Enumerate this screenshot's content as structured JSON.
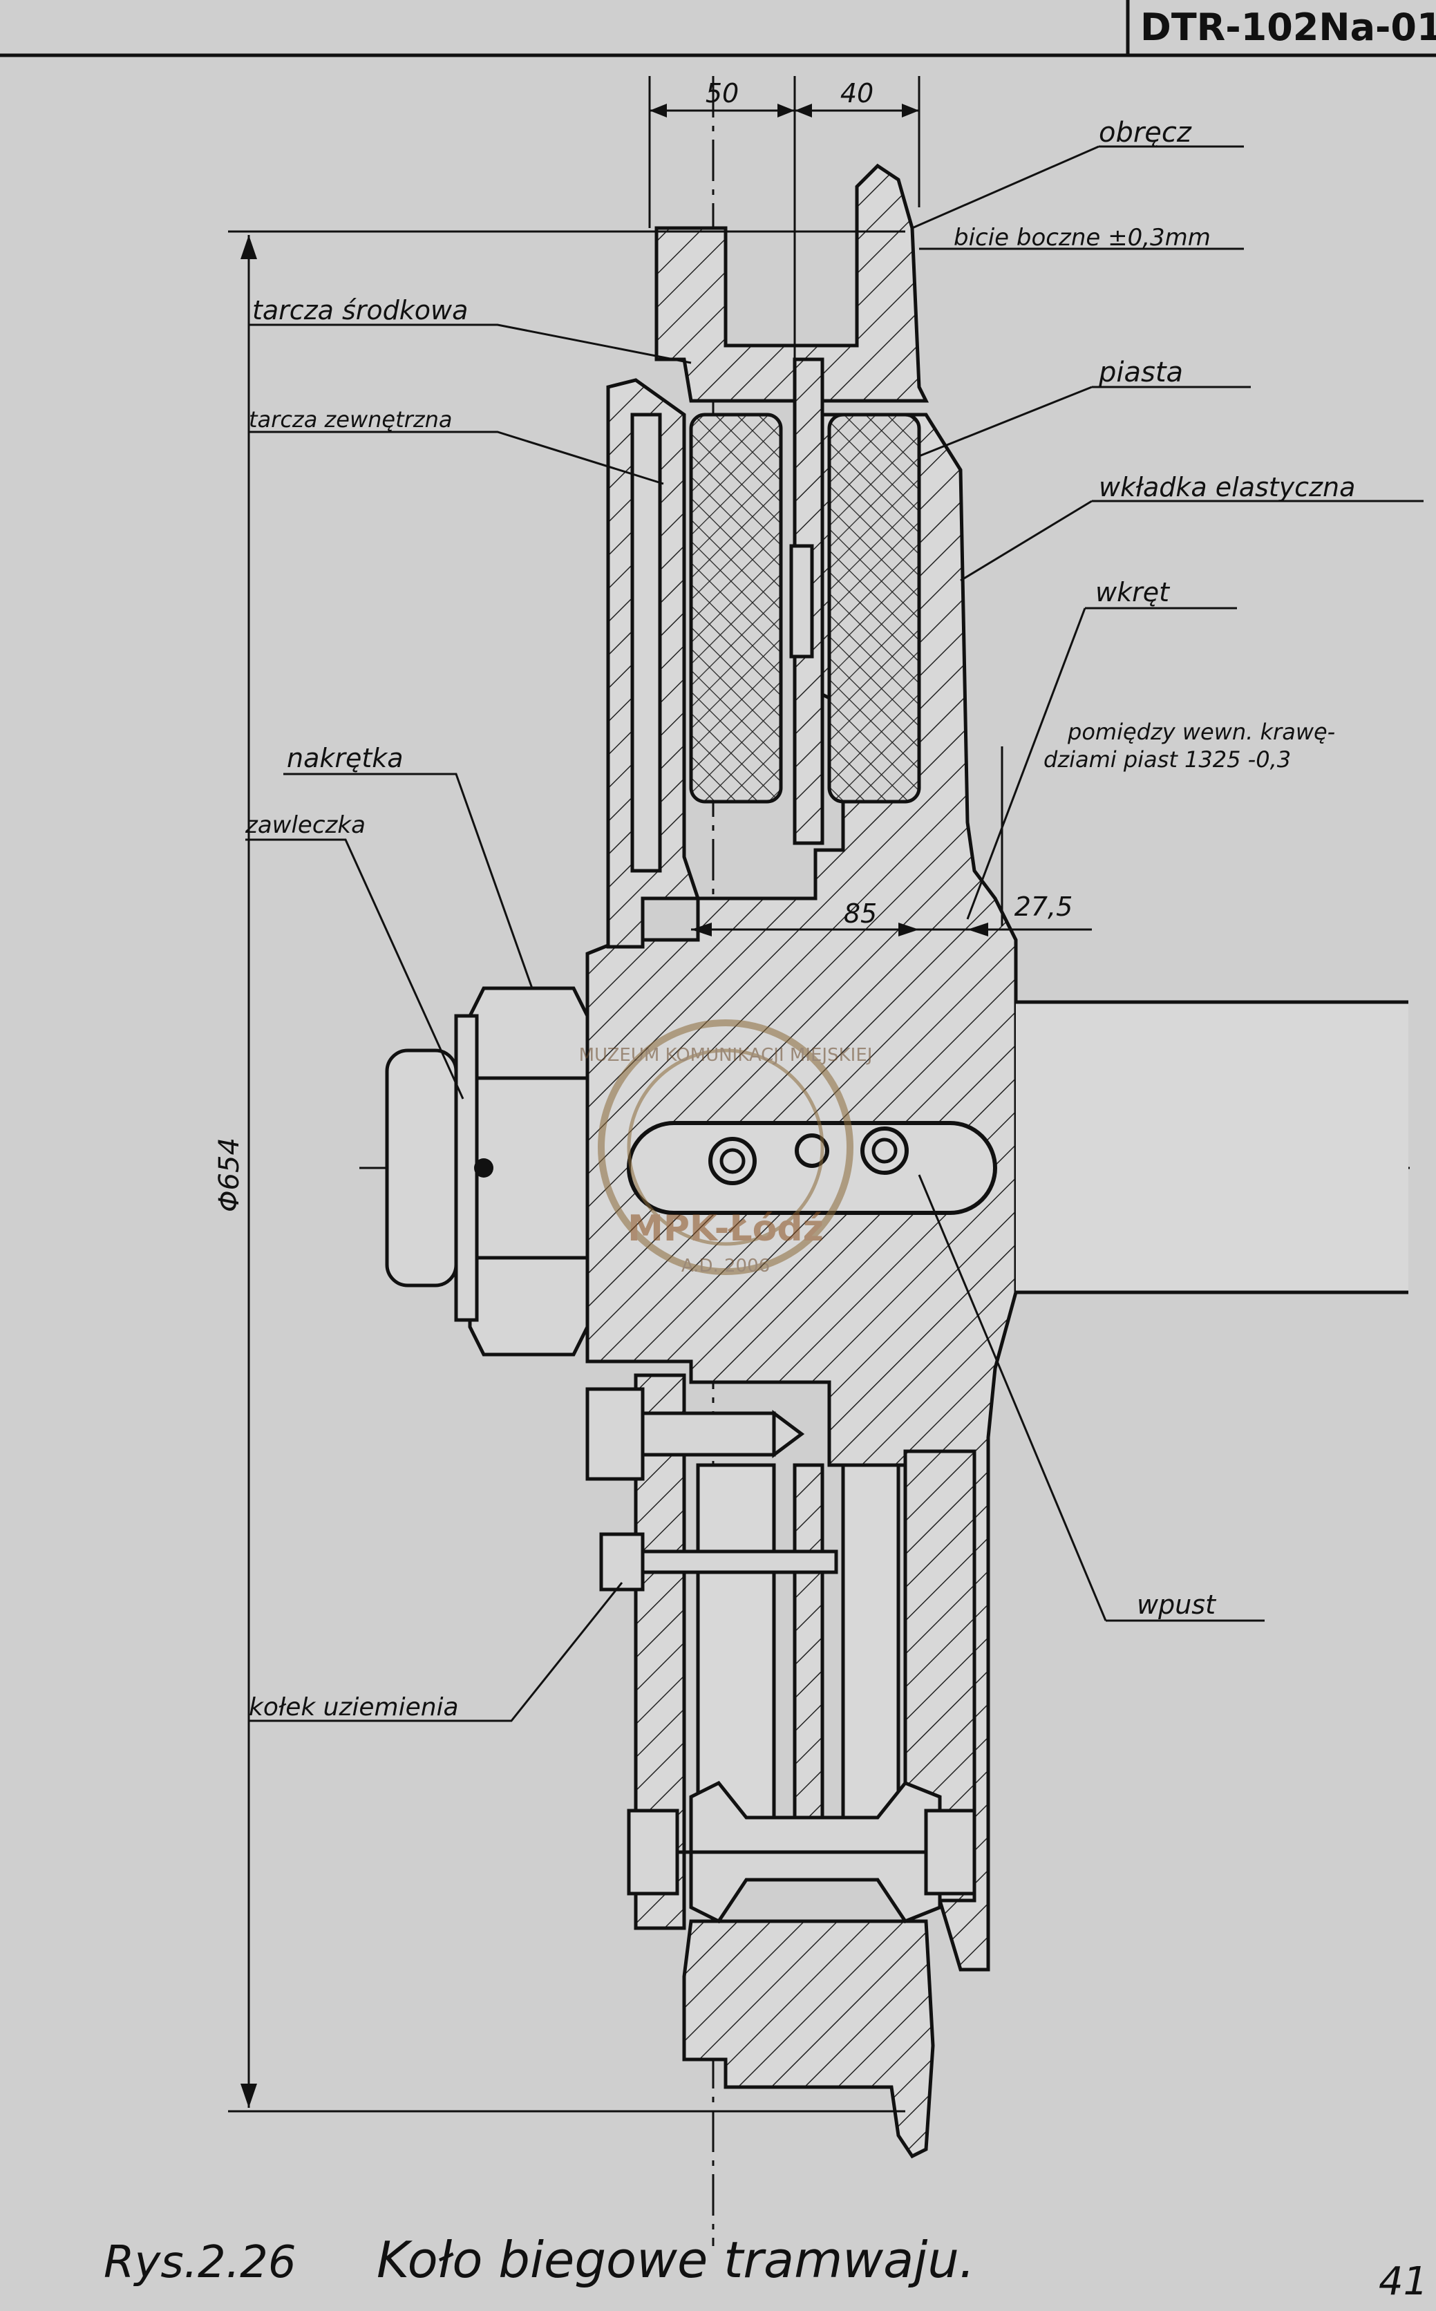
{
  "header": {
    "doc_code": "DTR-102Na-01"
  },
  "dimensions": {
    "w50": "50",
    "w40": "40",
    "diameter": "Φ654",
    "d85": "85",
    "d27_5": "27,5"
  },
  "labels": {
    "obrecz": "obręcz",
    "bicie": "bicie boczne ±0,3mm",
    "tarcza_srodkowa": "tarcza środkowa",
    "tarcza_zewnetrzna": "tarcza zewnętrzna",
    "piasta": "piasta",
    "wkladka": "wkładka elastyczna",
    "wkret": "wkręt",
    "pomiedzy_1": "pomiędzy wewn. krawę-",
    "pomiedzy_2": "dziami piast 1325 -0,3",
    "nakretka": "nakrętka",
    "zawleczka": "zawleczka",
    "wpust": "wpust",
    "kolek": "kołek uziemienia"
  },
  "stamp": {
    "ring_text": "MUZEUM KOMUNIKACJI MIEJSKIEJ",
    "name": "MPK-Łódź",
    "year": "A.D. 2006"
  },
  "caption": {
    "figure_no": "Rys.2.26",
    "title": "Koło biegowe tramwaju."
  },
  "page_number": "41"
}
